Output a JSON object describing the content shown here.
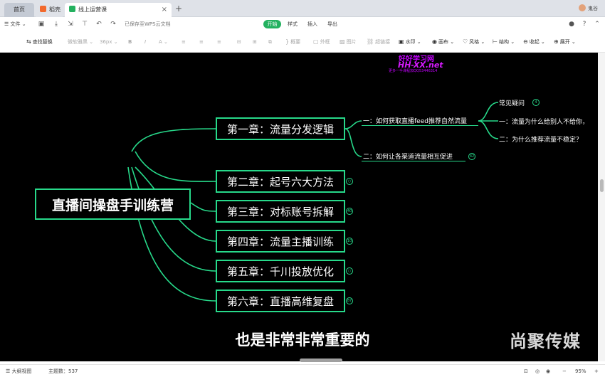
{
  "tabs": {
    "home": "首页",
    "docer": "稻壳",
    "active": "线上运营课",
    "close_glyph": "×",
    "add_glyph": "+"
  },
  "user": {
    "name": "鬼谷"
  },
  "menu": {
    "file": "文件",
    "save_status": "已保存至WPS云文档",
    "tabs": [
      "开始",
      "样式",
      "插入",
      "导出"
    ]
  },
  "toolbar": {
    "find_replace": "查找替换",
    "font_family": "微软雅黑",
    "font_size": "36px",
    "bold": "B",
    "italic": "I",
    "font_color": "A",
    "summary": "概要",
    "border": "外框",
    "image": "图片",
    "link": "超链接",
    "watermark": "水印",
    "canvas": "画布",
    "style": "风格",
    "structure": "结构",
    "collapse": "收起",
    "expand": "展开"
  },
  "watermark": {
    "line1": "好好学习网",
    "line2": "HH-XX.net",
    "line3": "更多一手课程加QQ53446314"
  },
  "mindmap": {
    "root": "直播间操盘手训练营",
    "chapters": [
      {
        "label": "第一章：流量分发逻辑",
        "badge": ""
      },
      {
        "label": "第二章：起号六大方法",
        "badge": "○"
      },
      {
        "label": "第三章：对标账号拆解",
        "badge": "40"
      },
      {
        "label": "第四章：流量主播训练",
        "badge": "10"
      },
      {
        "label": "第五章：千川投放优化",
        "badge": "○"
      },
      {
        "label": "第六章：直播高维复盘",
        "badge": "87"
      }
    ],
    "ch1_children": [
      {
        "label": "一：如何获取直播feed推荐自然流量",
        "badge": ""
      },
      {
        "label": "二：如何让各渠道流量相互促进",
        "badge": "42"
      }
    ],
    "grandchildren": [
      {
        "label": "常见疑问",
        "badge": "4"
      },
      {
        "label": "一：流量为什么给别人不给你，",
        "badge": ""
      },
      {
        "label": "二：为什么推荐流量不稳定？",
        "badge": ""
      }
    ]
  },
  "video": {
    "subtitle": "也是非常非常重要的",
    "brand": "尚聚传媒"
  },
  "status": {
    "outline_view": "大纲视图",
    "topic_count_label": "主题数：",
    "topic_count": "537",
    "zoom": "95%",
    "zoom_minus": "−",
    "zoom_plus": "+"
  },
  "colors": {
    "accent": "#23b15f",
    "mindmap_line": "#27d98a",
    "canvas_bg": "#000000"
  }
}
